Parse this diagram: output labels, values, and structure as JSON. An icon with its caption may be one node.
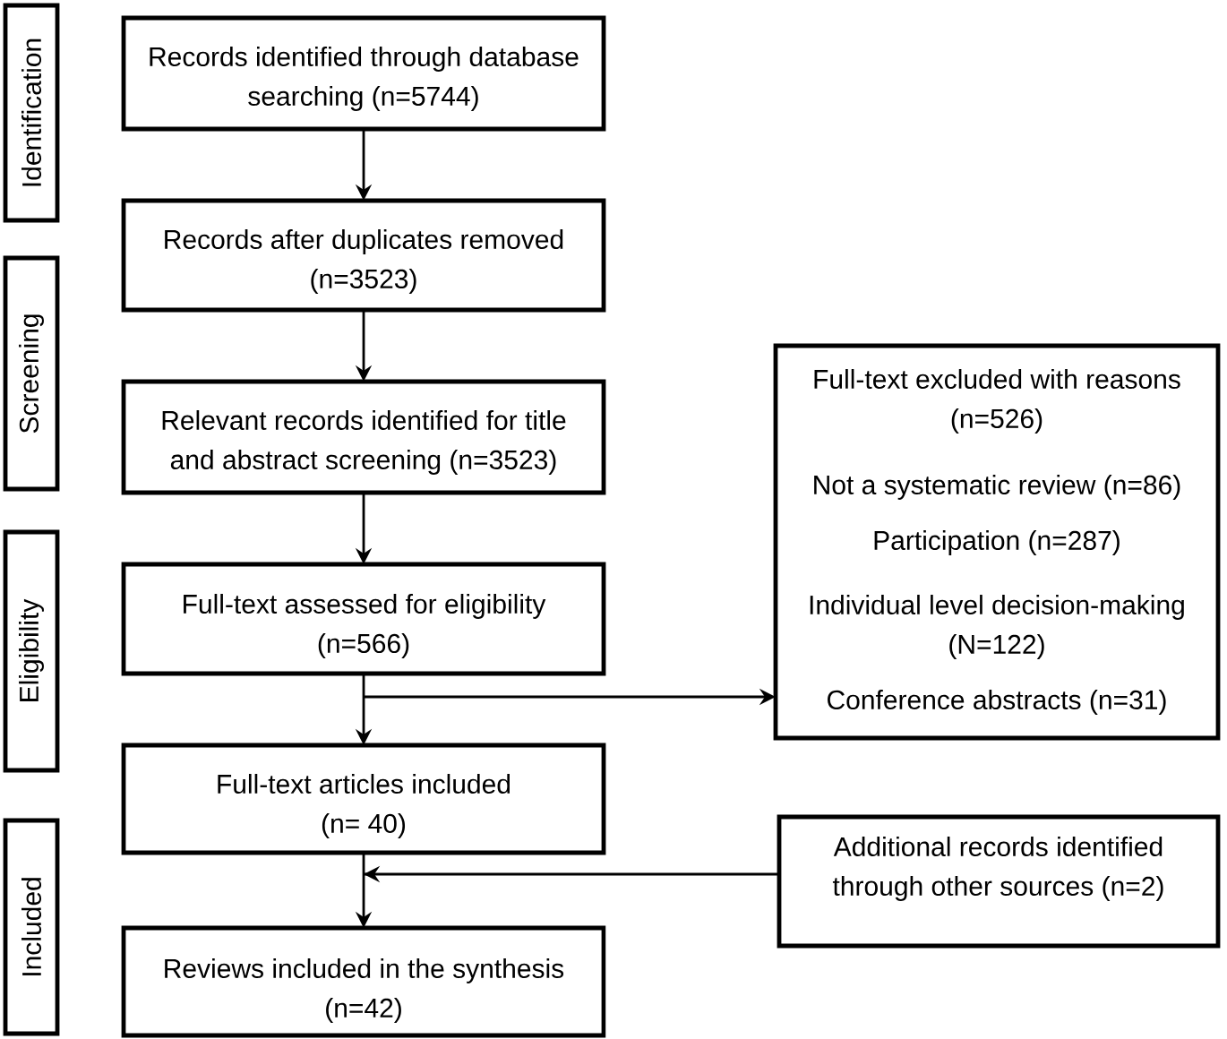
{
  "diagram": {
    "nodes": [
      {
        "text": [
          "Records identified through database searching (n=5744)"
        ]
      },
      {
        "text": [
          "Records after duplicates removed (n=3523)"
        ]
      },
      {
        "text": [
          "Relevant records identified for title and abstract screening (n=3523)"
        ]
      },
      {
        "text": [
          "Full-text assessed for eligibility (n=566)"
        ]
      },
      {
        "text": [
          "Full-text articles included (n= 40)"
        ]
      },
      {
        "text": [
          "Reviews included in the synthesis (n=42)"
        ]
      },
      {
        "text": [
          "Full-text excluded with reasons (n=526)",
          "Not a systematic review (n=86)",
          "Participation (n=287)",
          "Individual level decision-making (N=122)",
          "Conference abstracts (n=31)"
        ]
      },
      {
        "text": [
          "Additional records identified through other sources (n=2)"
        ]
      },
      {
        "text": [
          "Identification"
        ]
      },
      {
        "text": [
          "Screening"
        ]
      },
      {
        "text": [
          "Eligibility"
        ]
      },
      {
        "text": [
          "Included"
        ]
      }
    ],
    "edges": [
      {
        "from": 0,
        "to": 1,
        "arrow": "to"
      },
      {
        "from": 1,
        "to": 2,
        "arrow": "to"
      },
      {
        "from": 2,
        "to": 3,
        "arrow": "to"
      },
      {
        "from": 3,
        "to": 4,
        "arrow": "to"
      },
      {
        "from": 3,
        "to": 6,
        "arrow": "to"
      },
      {
        "from": 4,
        "to": 5,
        "arrow": "to"
      },
      {
        "from": 7,
        "to": 5,
        "arrow": "to"
      }
    ]
  }
}
